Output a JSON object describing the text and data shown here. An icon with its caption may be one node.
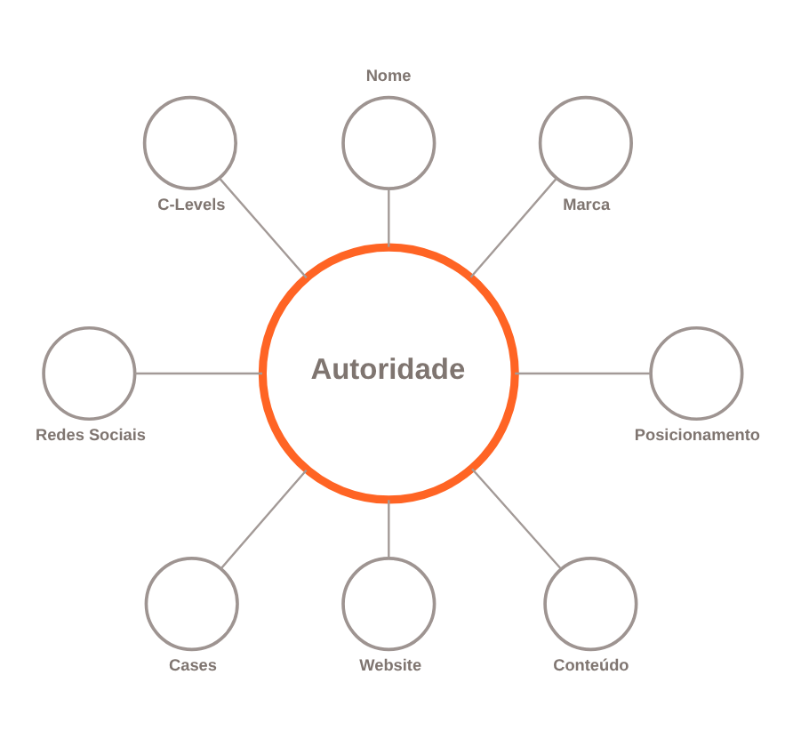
{
  "diagram": {
    "nodes": [
      {
        "text": [],
        "shape": "circle",
        "beside": [
          "Nome"
        ]
      },
      {
        "text": [],
        "shape": "circle",
        "beside": [
          "C-Levels"
        ]
      },
      {
        "text": [],
        "shape": "circle",
        "beside": [
          "Marca"
        ]
      },
      {
        "text": [],
        "shape": "circle",
        "beside": [
          "Redes Sociais"
        ]
      },
      {
        "text": [
          "Autoridade"
        ]
      },
      {
        "text": [],
        "shape": "circle",
        "beside": [
          "Posicionamento"
        ]
      },
      {
        "text": [],
        "shape": "circle",
        "beside": [
          "Cases"
        ]
      },
      {
        "text": [],
        "shape": "circle",
        "beside": [
          "Conteúdo"
        ]
      },
      {
        "text": [],
        "shape": "circle",
        "beside": [
          "Website"
        ]
      }
    ],
    "edges": [
      {
        "from": 1,
        "to": 4,
        "arrow": "none"
      },
      {
        "from": 0,
        "to": 4,
        "arrow": "none"
      },
      {
        "from": 2,
        "to": 4,
        "arrow": "none"
      },
      {
        "from": 3,
        "to": 4,
        "arrow": "none"
      },
      {
        "from": 4,
        "to": 5,
        "arrow": "none"
      },
      {
        "from": 4,
        "to": 6,
        "arrow": "none"
      },
      {
        "from": 4,
        "to": 8,
        "arrow": "none"
      },
      {
        "from": 4,
        "to": 7,
        "arrow": "none"
      }
    ]
  }
}
